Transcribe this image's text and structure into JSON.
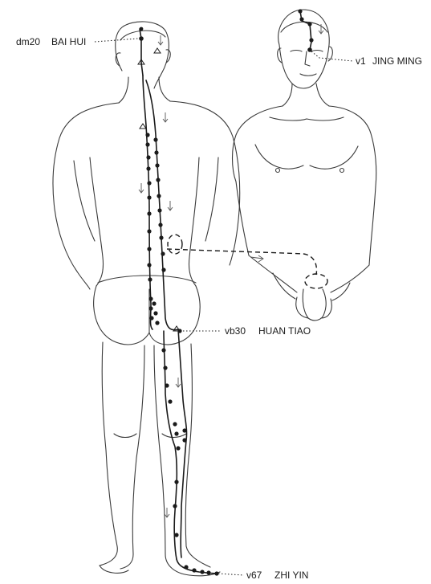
{
  "labels": {
    "bai_hui": {
      "code": "dm20",
      "name": "BAI HUI"
    },
    "jing_ming": {
      "code": "v1",
      "name": "JING MING"
    },
    "huan_tiao": {
      "code": "vb30",
      "name": "HUAN TIAO"
    },
    "zhi_yin": {
      "code": "v67",
      "name": "ZHI YIN"
    }
  },
  "colors": {
    "line": "#1a1a1a",
    "outline": "#3a3a3a",
    "background": "#ffffff"
  }
}
